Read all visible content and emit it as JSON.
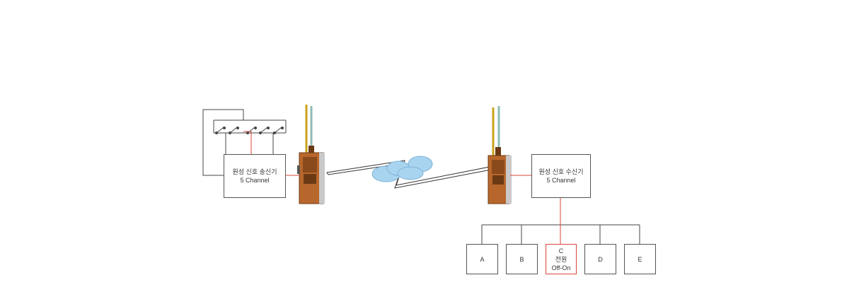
{
  "transmitter": {
    "title": "원성 신호 송신기",
    "subtitle": "5 Channel"
  },
  "receiver": {
    "title": "원성 신호 수신기",
    "subtitle": "5 Channel"
  },
  "outputs": [
    {
      "label": "A"
    },
    {
      "label": "B"
    },
    {
      "label": "C",
      "line2": "전원",
      "line3": "Off-On",
      "highlighted": true
    },
    {
      "label": "D"
    },
    {
      "label": "E"
    }
  ],
  "colors": {
    "wire": "#444444",
    "signal": "#d9453a",
    "radio_body": "#b8672c",
    "radio_dark": "#6b3a15",
    "antenna_yellow": "#c9a21a",
    "antenna_teal": "#8fbcb5",
    "cloud": "#a9d4ef"
  },
  "icons": [
    "radio-icon",
    "cloud-icon",
    "lightning-link-icon",
    "switch-icon"
  ]
}
